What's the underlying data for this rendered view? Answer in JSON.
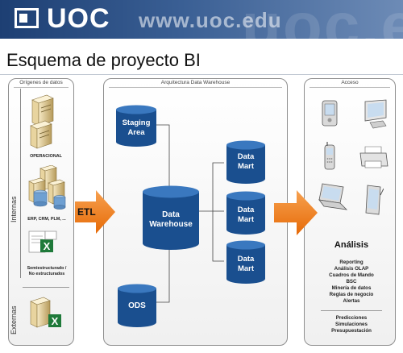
{
  "header": {
    "logo": "UOC",
    "url": "www.uoc.edu",
    "watermark": "uoc.edu"
  },
  "title": "Esquema de proyecto BI",
  "panels": {
    "sources_title": "Orígenes de datos",
    "dw_title": "Arquitectura Data Warehouse",
    "access_title": "Acceso"
  },
  "sources": {
    "internal_label": "Internas",
    "external_label": "Externas",
    "operacional": "OPERACIONAL",
    "erp": "ERP, CRM, PLM, ...",
    "semi": [
      "Semiestructurado /",
      "No estructurados"
    ]
  },
  "dw": {
    "staging": [
      "Staging",
      "Area"
    ],
    "warehouse": [
      "Data",
      "Warehouse"
    ],
    "ods": "ODS",
    "marts": [
      [
        "Data",
        "Mart"
      ],
      [
        "Data",
        "Mart"
      ],
      [
        "Data",
        "Mart"
      ]
    ]
  },
  "etl": "ETL",
  "access": {
    "analysis_title": "Análisis",
    "analysis_items": [
      "Reporting",
      "Análisis OLAP",
      "Cuadros de Mando",
      "BSC",
      "Minería de datos",
      "Reglas de negocio",
      "Alertas"
    ],
    "prediction_items": [
      "Predicciones",
      "Simulaciones",
      "Presupuestación"
    ]
  },
  "colors": {
    "cylinder": "#1a4f8f",
    "cylinder_top": "#3a78bf",
    "arrow": "#f07b18",
    "header": "#1d3f73"
  }
}
